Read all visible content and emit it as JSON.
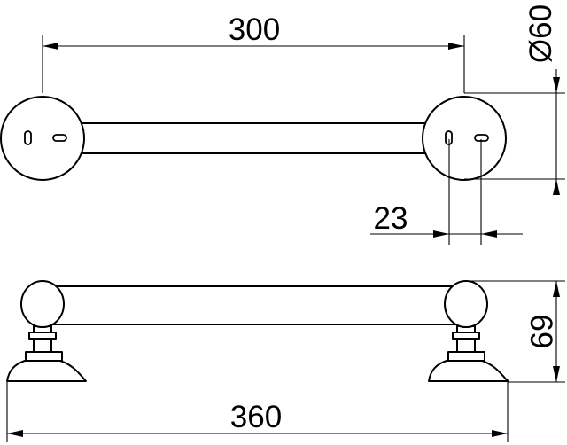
{
  "dimensions": {
    "top_length": "300",
    "diameter": "Ø60",
    "hole_spacing": "23",
    "height": "69",
    "overall_length": "360"
  },
  "colors": {
    "line": "#000000",
    "background": "#ffffff"
  }
}
